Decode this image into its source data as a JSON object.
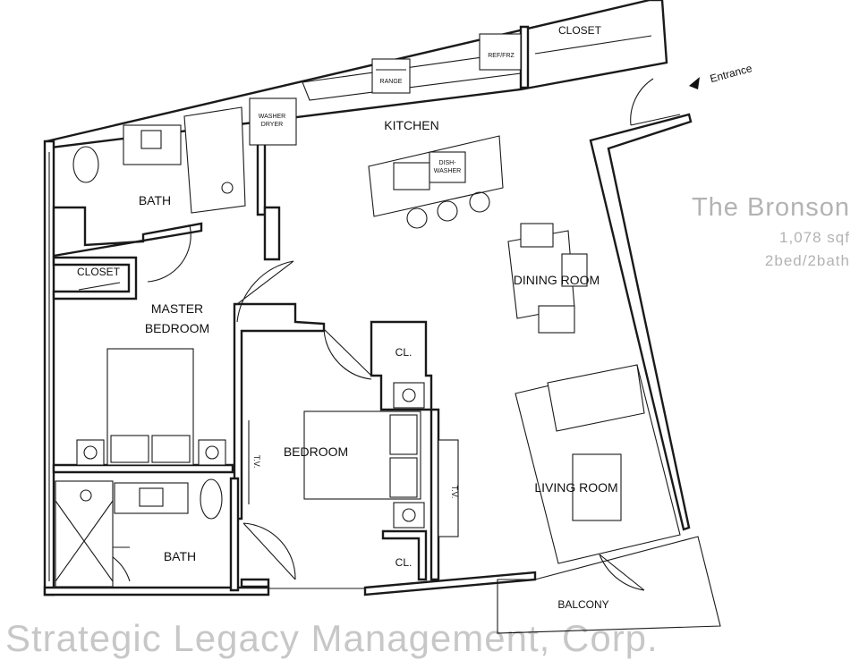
{
  "building": {
    "name": "The Bronson",
    "sqft": "1,078 sqf",
    "beds": "2bed/2bath"
  },
  "rooms": {
    "kitchen": "KITCHEN",
    "dining": "DINING ROOM",
    "living": "LIVING ROOM",
    "master_bedroom_line1": "MASTER",
    "master_bedroom_line2": "BEDROOM",
    "bedroom": "BEDROOM",
    "bath_top": "BATH",
    "bath_bottom": "BATH",
    "closet_top": "CLOSET",
    "closet_left": "CLOSET",
    "cl_upper": "CL.",
    "cl_lower": "CL.",
    "balcony": "BALCONY"
  },
  "fixtures": {
    "washer_line1": "WASHER",
    "washer_line2": "DRYER",
    "range": "RANGE",
    "fridge": "REF/FRZ",
    "dishwasher_line1": "DISH-",
    "dishwasher_line2": "WASHER",
    "tv_left": "T.V.",
    "tv_right": "T.V."
  },
  "entrance": "Entrance",
  "watermark": "Strategic Legacy Management, Corp."
}
